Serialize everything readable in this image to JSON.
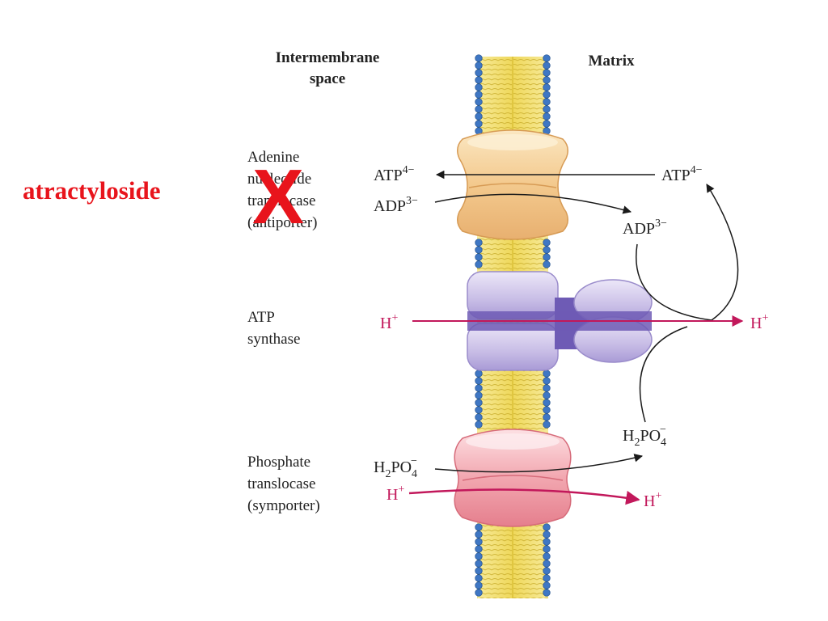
{
  "inhibitor": {
    "label": "atractyloside",
    "mark": "X",
    "color": "#e8141c"
  },
  "regions": {
    "intermembrane_line1": "Intermembrane",
    "intermembrane_line2": "space",
    "matrix": "Matrix"
  },
  "proteins": {
    "antiporter": {
      "lines": [
        "Adenine",
        "nucleotide",
        "translocase",
        "(antiporter)"
      ]
    },
    "synthase": {
      "lines": [
        "ATP",
        "synthase"
      ]
    },
    "symporter": {
      "lines": [
        "Phosphate",
        "translocase",
        "(symporter)"
      ]
    }
  },
  "species": {
    "atp": "ATP",
    "atp_charge": "4−",
    "adp": "ADP",
    "adp_charge": "3−",
    "proton": "H",
    "proton_charge": "+",
    "phosphate_prefix": "H",
    "phosphate_h_sub": "2",
    "phosphate_mid": "PO",
    "phosphate_sub": "4",
    "phosphate_charge": "−"
  },
  "colors": {
    "membrane_core": "#f2df6e",
    "membrane_head": "#3f77c4",
    "antiporter": "#f3c98d",
    "synthase": "#c8bde6",
    "synthase_channel": "#6e5bb5",
    "symporter": "#f2a7b0",
    "proton_arrow": "#c2185b",
    "arrow": "#1a1a1a"
  }
}
